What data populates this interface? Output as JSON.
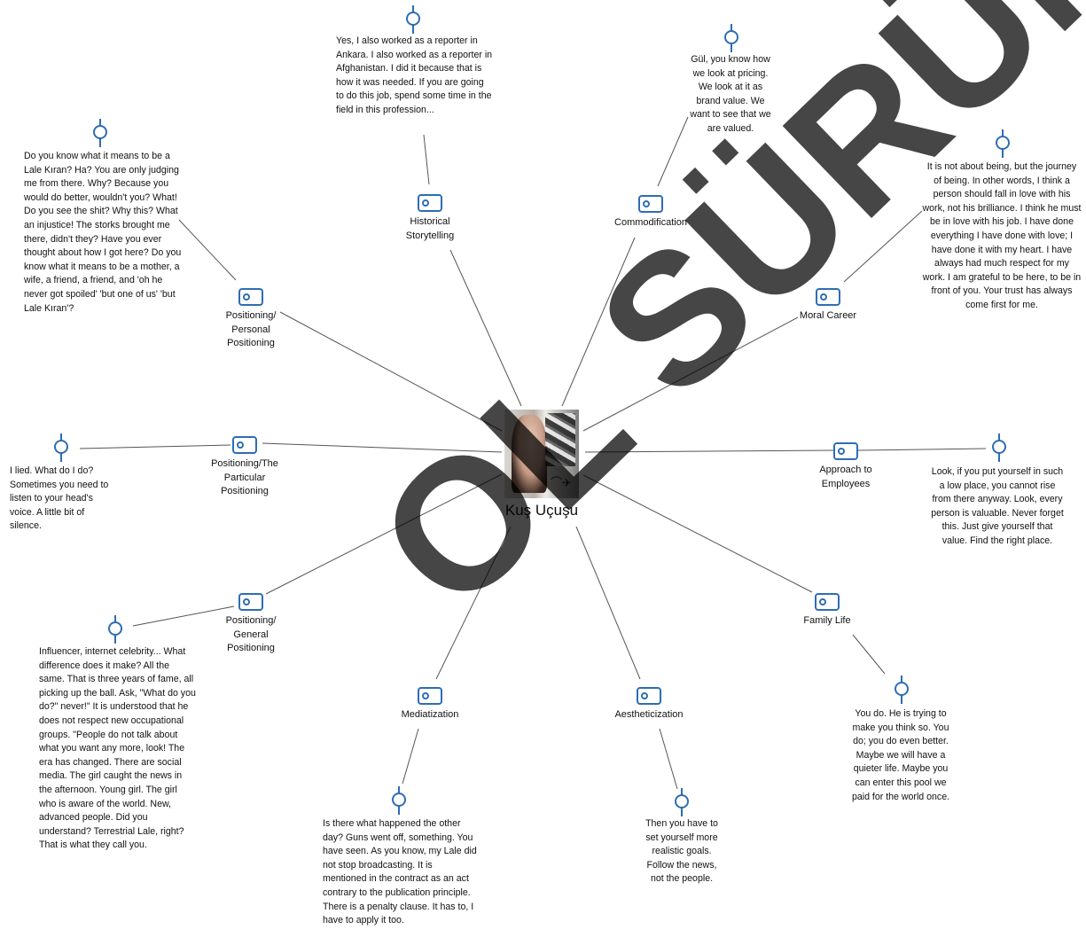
{
  "center": {
    "label": "Kuş Uçuşu",
    "image": "poster-thumbnail"
  },
  "watermark": "OL SÜRÜMÜ",
  "colors": {
    "icon": "#2e6db4",
    "line": "#555555"
  },
  "codes": [
    {
      "id": "historical-storytelling",
      "label": "Historical Storytelling",
      "quote": "Yes, I also worked as a reporter in Ankara. I also worked as a reporter in Afghanistan. I did it because that is how it was needed. If you are going to do this job, spend some time in the field in this profession..."
    },
    {
      "id": "commodification",
      "label": "Commodification",
      "quote": "Gül, you know how we look at pricing. We look at it as brand value. We want to see that we are valued."
    },
    {
      "id": "moral-career",
      "label": "Moral Career",
      "quote": "It is not about being, but the journey of being. In other words, I think a person should fall in love with his work, not his brilliance. I think he must be in love with his job. I have done everything I have done with love; I have done it with my heart. I have always had much respect for my work. I am grateful to be here, to be in front of you. Your trust has always come first for me."
    },
    {
      "id": "positioning-personal",
      "label": "Positioning/ Personal Positioning",
      "quote": "Do you know what it means to be a Lale Kıran? Ha? You are only judging me from there. Why? Because you would do better, wouldn't you? What! Do you see the shit? Why this? What an injustice! The storks brought me there, didn't they? Have you ever thought about how I got here? Do you know what it means to be a mother, a wife, a friend, a friend, and 'oh he never got spoiled' 'but one of us' 'but Lale Kıran'?"
    },
    {
      "id": "positioning-particular",
      "label": "Positioning/The Particular Positioning",
      "quote": "I lied. What do I do? Sometimes you need to listen to your head's voice. A little bit of silence."
    },
    {
      "id": "approach-to-employees",
      "label": "Approach to Employees",
      "quote": "Look, if you put yourself in such a low place, you cannot rise from there anyway. Look, every person is valuable. Never forget this. Just give yourself that value. Find the right place."
    },
    {
      "id": "positioning-general",
      "label": "Positioning/ General Positioning",
      "quote": "Influencer, internet celebrity... What difference does it make? All the same. That is three years of fame, all picking up the ball. Ask, \"What do you do?\" never!\" It is understood that he does not respect new occupational groups. \"People do not talk about what you want any more, look! The era has changed. There are social media. The girl caught the news in the afternoon. Young girl. The girl who is aware of the world. New, advanced people. Did you understand? Terrestrial Lale, right? That is what they call you."
    },
    {
      "id": "family-life",
      "label": "Family Life",
      "quote": "You do. He is trying to make you think so. You do; you do even better. Maybe we will have a quieter life. Maybe you can enter this pool we paid for the world once."
    },
    {
      "id": "mediatization",
      "label": "Mediatization",
      "quote": "Is there what happened the other day? Guns went off, something. You have seen. As you know, my Lale did not stop broadcasting. It is mentioned in the contract as an act contrary to the publication principle. There is a penalty clause. It has to, I have to apply it too."
    },
    {
      "id": "aestheticization",
      "label": "Aestheticization",
      "quote": "Then you have to set yourself more realistic goals. Follow the news, not the people."
    }
  ]
}
